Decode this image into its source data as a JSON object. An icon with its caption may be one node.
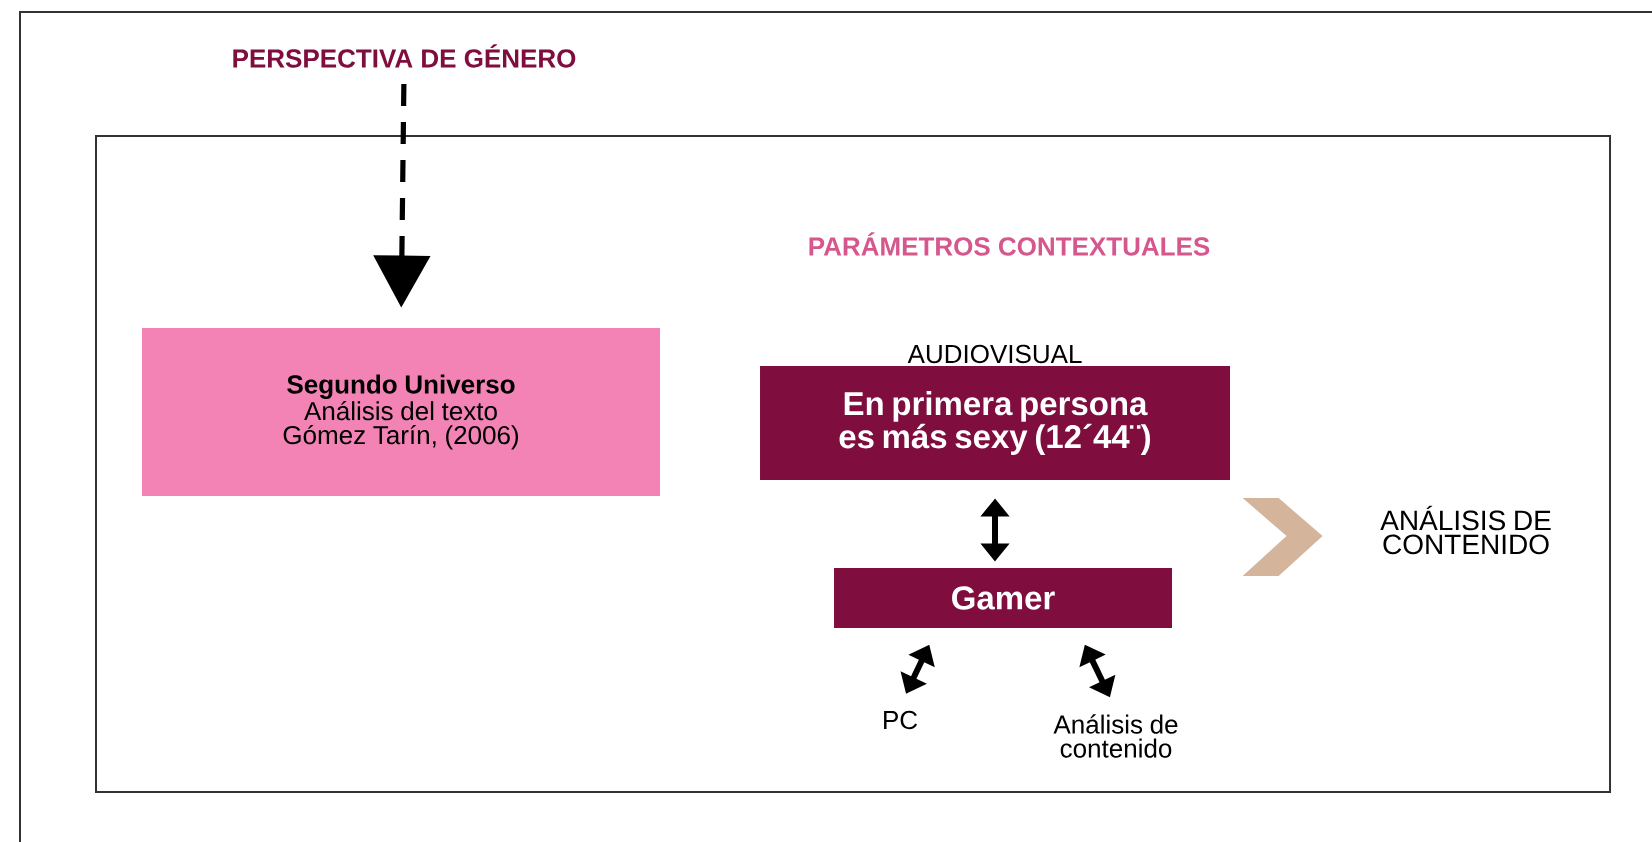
{
  "diagram": {
    "nodes": [
      {
        "text": [
          "PERSPECTIVA DE GÉNERO"
        ]
      },
      {
        "text": [
          "PARÁMETROS CONTEXTUALES"
        ]
      },
      {
        "text": [
          "Segundo Universo",
          "Análisis del texto Gómez Tarín, (2006)"
        ],
        "in": 1
      },
      {
        "text": [
          "AUDIOVISUAL",
          "En primera persona es más sexy (12´44¨)"
        ],
        "in": 1
      },
      {
        "text": [
          "Gamer"
        ],
        "in": 1
      },
      {
        "text": [
          "PC"
        ],
        "in": 1
      },
      {
        "text": [
          "Análisis de contenido"
        ],
        "in": 1
      },
      {
        "text": [
          "ANÁLISIS DE CONTENIDO"
        ],
        "in": 1
      }
    ],
    "edges": [
      {
        "from": 0,
        "to": 2,
        "arrow": "to",
        "style": "dashed"
      },
      {
        "from": 3,
        "to": 4,
        "arrow": "both"
      },
      {
        "from": 4,
        "to": 5,
        "arrow": "both"
      },
      {
        "from": 4,
        "to": 6,
        "arrow": "both"
      },
      {
        "from": null,
        "to": 7,
        "arrow": "to",
        "color": "#d4b59c"
      }
    ]
  }
}
